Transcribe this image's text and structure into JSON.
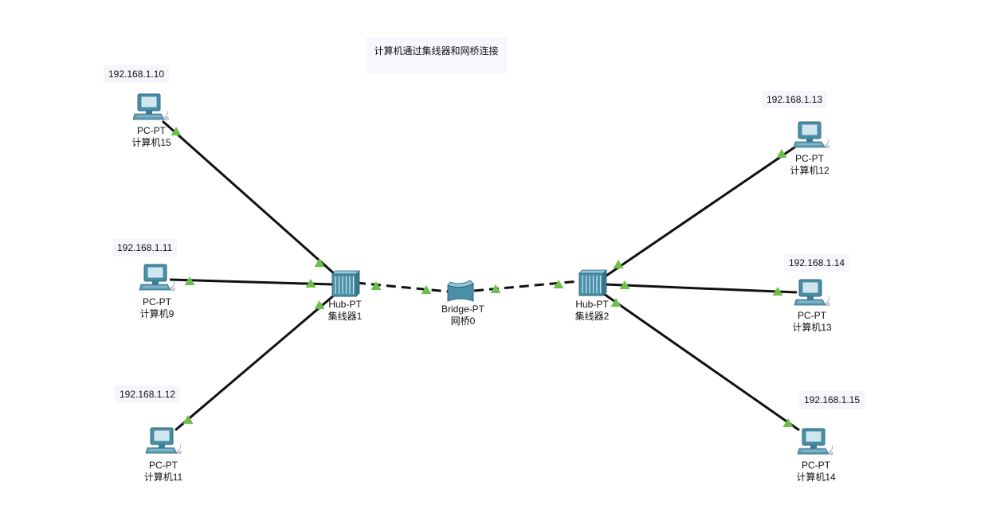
{
  "title": "计算机通过集线器和网桥连接",
  "colors": {
    "link": "#111111",
    "port_up": "#6dbf4b",
    "device_body": "#4a8ea8",
    "device_light": "#8fc8dc",
    "note_bg": "#f5f5fb"
  },
  "devices": [
    {
      "id": "pc15",
      "kind": "pc",
      "type": "PC-PT",
      "name": "计算机15",
      "ip": "192.168.1.10"
    },
    {
      "id": "pc9",
      "kind": "pc",
      "type": "PC-PT",
      "name": "计算机9",
      "ip": "192.168.1.11"
    },
    {
      "id": "pc11",
      "kind": "pc",
      "type": "PC-PT",
      "name": "计算机11",
      "ip": "192.168.1.12"
    },
    {
      "id": "pc12",
      "kind": "pc",
      "type": "PC-PT",
      "name": "计算机12",
      "ip": "192.168.1.13"
    },
    {
      "id": "pc13",
      "kind": "pc",
      "type": "PC-PT",
      "name": "计算机13",
      "ip": "192.168.1.14"
    },
    {
      "id": "pc14",
      "kind": "pc",
      "type": "PC-PT",
      "name": "计算机14",
      "ip": "192.168.1.15"
    },
    {
      "id": "hub1",
      "kind": "hub",
      "type": "Hub-PT",
      "name": "集线器1"
    },
    {
      "id": "hub2",
      "kind": "hub",
      "type": "Hub-PT",
      "name": "集线器2"
    },
    {
      "id": "bridge0",
      "kind": "bridge",
      "type": "Bridge-PT",
      "name": "网桥0"
    }
  ],
  "links": [
    {
      "from": "pc15",
      "to": "hub1",
      "style": "straight"
    },
    {
      "from": "pc9",
      "to": "hub1",
      "style": "straight"
    },
    {
      "from": "pc11",
      "to": "hub1",
      "style": "straight"
    },
    {
      "from": "hub1",
      "to": "bridge0",
      "style": "crossover"
    },
    {
      "from": "bridge0",
      "to": "hub2",
      "style": "crossover"
    },
    {
      "from": "hub2",
      "to": "pc12",
      "style": "straight"
    },
    {
      "from": "hub2",
      "to": "pc13",
      "style": "straight"
    },
    {
      "from": "hub2",
      "to": "pc14",
      "style": "straight"
    }
  ]
}
